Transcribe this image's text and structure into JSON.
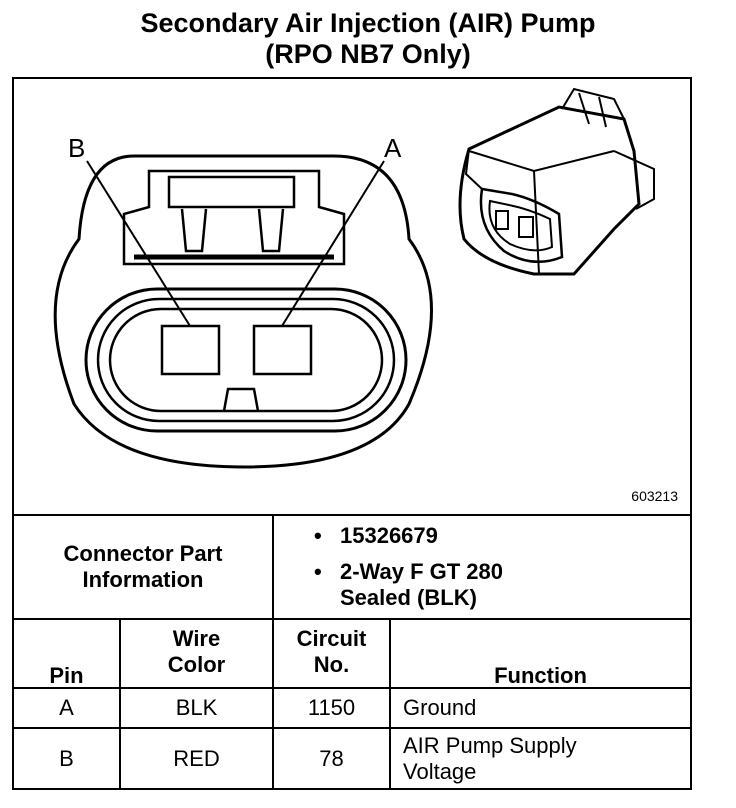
{
  "title": {
    "line1": "Secondary Air Injection (AIR) Pump",
    "line2": "(RPO NB7 Only)"
  },
  "diagram": {
    "pin_label_b": "B",
    "pin_label_a": "A",
    "figure_number": "603213"
  },
  "connector_info": {
    "label": "Connector Part Information",
    "items": [
      "15326679",
      "2-Way F GT 280 Sealed (BLK)"
    ],
    "bullet": "•"
  },
  "pin_table": {
    "headers": {
      "pin": "Pin",
      "wire_color": "Wire Color",
      "circuit_no": "Circuit No.",
      "function": "Function"
    },
    "rows": [
      {
        "pin": "A",
        "wire_color": "BLK",
        "circuit_no": "1150",
        "function": "Ground"
      },
      {
        "pin": "B",
        "wire_color": "RED",
        "circuit_no": "78",
        "function": "AIR Pump Supply Voltage"
      }
    ]
  }
}
